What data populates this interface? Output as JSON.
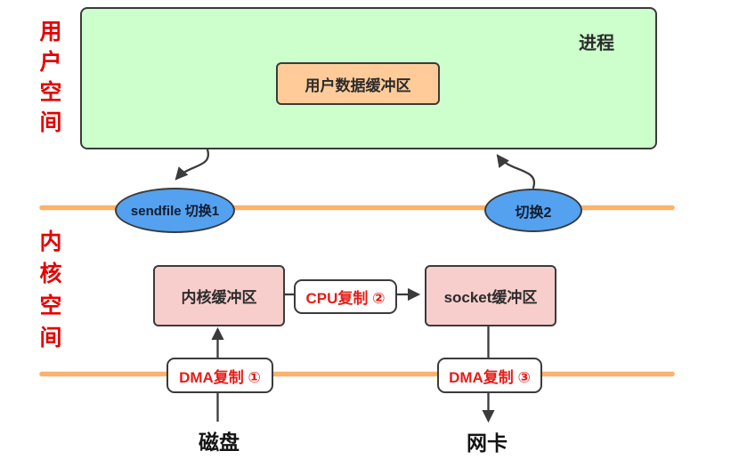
{
  "diagram": {
    "type": "flow-diagram",
    "topic": "sendfile zero-copy data flow between user space and kernel space"
  },
  "side_labels": {
    "user_space": "用户空间",
    "kernel_space": "内核空间"
  },
  "user_space": {
    "process_label": "进程",
    "user_buffer_label": "用户数据缓冲区"
  },
  "switches": {
    "switch1": "sendfile 切换1",
    "switch2": "切换2"
  },
  "kernel_space": {
    "kernel_buffer_label": "内核缓冲区",
    "socket_buffer_label": "socket缓冲区",
    "cpu_copy_label": "CPU复制 ②",
    "dma_copy1_label": "DMA复制 ①",
    "dma_copy3_label": "DMA复制 ③"
  },
  "devices": {
    "disk": "磁盘",
    "nic": "网卡"
  },
  "edges": [
    "进程 -> sendfile 切换1",
    "切换2 -> 进程",
    "磁盘 -> DMA复制 ① -> 内核缓冲区",
    "内核缓冲区 -> CPU复制 ② -> socket缓冲区",
    "socket缓冲区 -> DMA复制 ③ -> 网卡"
  ],
  "colors": {
    "side_label_text": "#e60000",
    "process_box_fill": "#ccffcc",
    "user_buffer_fill": "#ffcc99",
    "switch_ellipse_fill": "#54a1f0",
    "buffer_box_fill": "#f8cecc",
    "copy_label_text": "#e61c17",
    "boundary_line": "#fbb26c",
    "border": "#3b3b3b"
  }
}
